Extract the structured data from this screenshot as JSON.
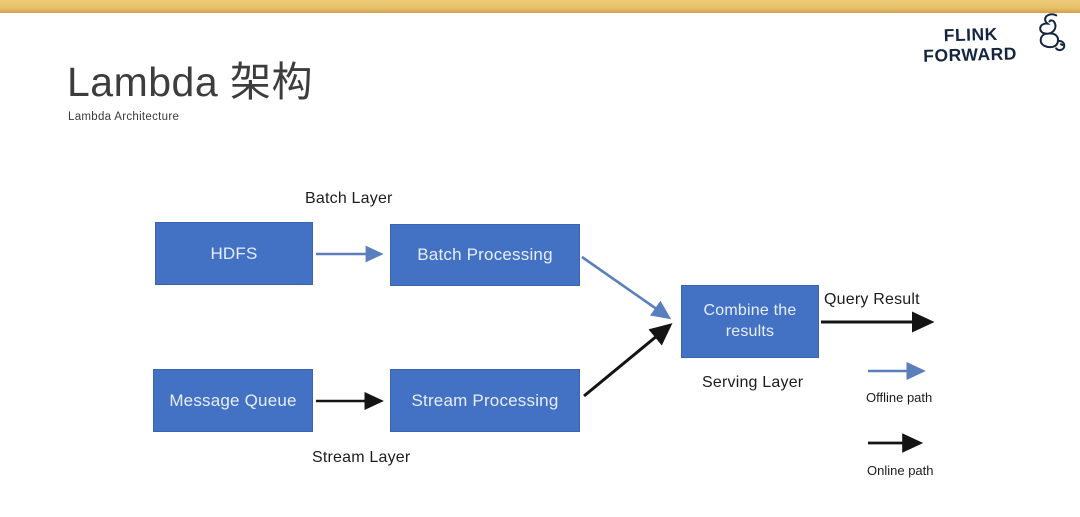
{
  "header": {
    "title": "Lambda 架构",
    "subtitle": "Lambda Architecture"
  },
  "logo": {
    "line1": "FLINK",
    "line2": "FORWARD"
  },
  "diagram": {
    "nodes": [
      {
        "id": "hdfs",
        "label": "HDFS"
      },
      {
        "id": "batch-processing",
        "label": "Batch Processing"
      },
      {
        "id": "message-queue",
        "label": "Message Queue"
      },
      {
        "id": "stream-processing",
        "label": "Stream Processing"
      },
      {
        "id": "combine-results",
        "label": "Combine the results"
      }
    ],
    "labels": {
      "batch_layer": "Batch Layer",
      "stream_layer": "Stream Layer",
      "serving_layer": "Serving Layer",
      "query_result": "Query Result"
    },
    "edges": [
      {
        "from": "hdfs",
        "to": "batch-processing",
        "type": "offline"
      },
      {
        "from": "batch-processing",
        "to": "combine-results",
        "type": "offline"
      },
      {
        "from": "message-queue",
        "to": "stream-processing",
        "type": "online"
      },
      {
        "from": "stream-processing",
        "to": "combine-results",
        "type": "online"
      },
      {
        "from": "combine-results",
        "to": "query-result",
        "type": "online"
      }
    ],
    "legend": [
      {
        "label": "Offline path",
        "color": "#5b7fbd"
      },
      {
        "label": "Online path",
        "color": "#141414"
      }
    ]
  },
  "colors": {
    "accent_bar": "#e8c169",
    "accent_bar_edge": "#cfa04a",
    "node_fill": "#4372c4",
    "node_border": "#3a64ad",
    "node_text": "#e7eefa",
    "offline_path": "#5b7fbd",
    "online_path": "#141414",
    "title_text": "#3d3d3d",
    "logo_text": "#16253f"
  }
}
